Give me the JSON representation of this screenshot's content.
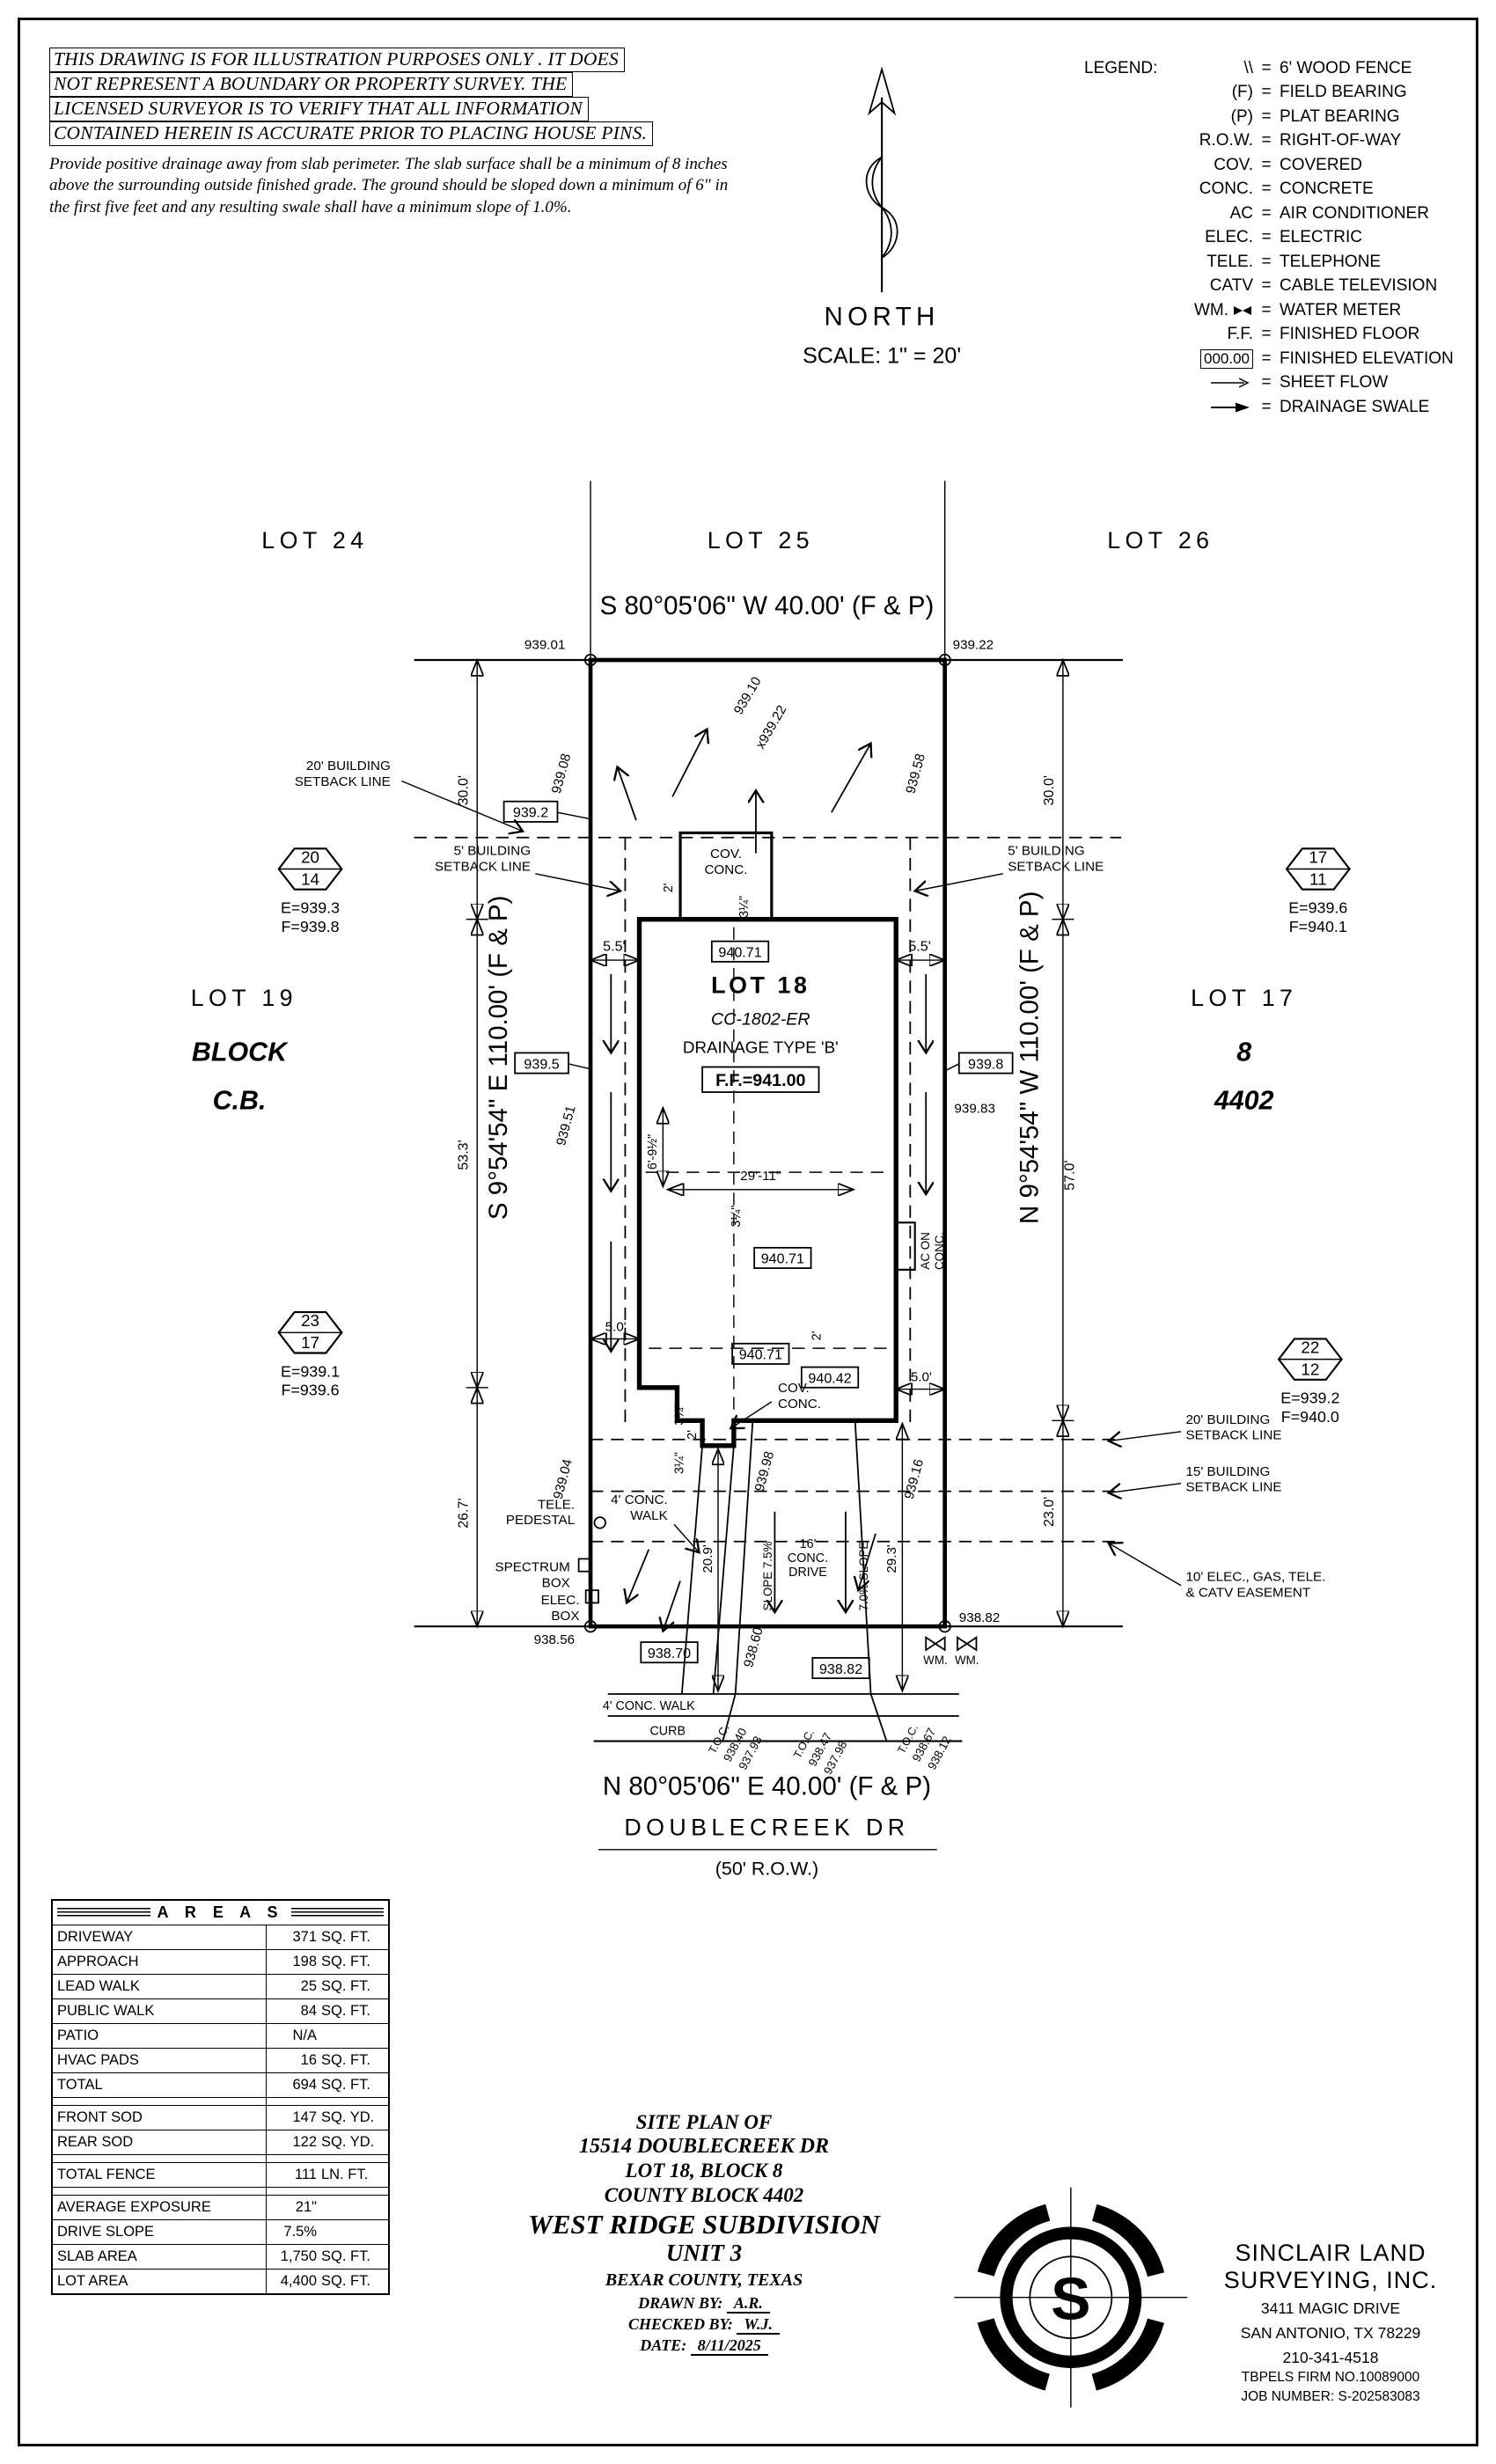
{
  "colors": {
    "orange": "#e2612b",
    "line": "#000000"
  },
  "disclaimer": {
    "boxed_lines": [
      "THIS DRAWING IS FOR ILLUSTRATION PURPOSES ONLY . IT DOES",
      "NOT REPRESENT A BOUNDARY OR PROPERTY SURVEY. THE",
      "LICENSED SURVEYOR IS TO VERIFY THAT ALL INFORMATION",
      "CONTAINED HEREIN IS ACCURATE PRIOR TO PLACING HOUSE PINS."
    ],
    "para": "Provide positive drainage away from slab perimeter. The slab surface shall be a minimum of 8 inches above the surrounding outside finished grade. The ground should be sloped down a minimum of 6\" in the first five feet and any resulting swale shall have a minimum slope of 1.0%."
  },
  "north": {
    "label": "NORTH",
    "scale": "SCALE:  1\" = 20'"
  },
  "legend": {
    "title": "LEGEND:",
    "rows": [
      {
        "key": "\\\\",
        "value": "6' WOOD FENCE"
      },
      {
        "key": "(F)",
        "value": "FIELD BEARING"
      },
      {
        "key": "(P)",
        "value": "PLAT BEARING"
      },
      {
        "key": "R.O.W.",
        "value": "RIGHT-OF-WAY"
      },
      {
        "key": "COV.",
        "value": "COVERED"
      },
      {
        "key": "CONC.",
        "value": "CONCRETE"
      },
      {
        "key": "AC",
        "value": "AIR CONDITIONER"
      },
      {
        "key": "ELEC.",
        "value": "ELECTRIC"
      },
      {
        "key": "TELE.",
        "value": "TELEPHONE"
      },
      {
        "key": "CATV",
        "value": "CABLE TELEVISION"
      },
      {
        "key": "WM.",
        "value": "WATER METER"
      },
      {
        "key": "F.F.",
        "value": "FINISHED FLOOR"
      },
      {
        "key": "000.00",
        "value": "FINISHED ELEVATION"
      },
      {
        "key": "",
        "value": "SHEET FLOW"
      },
      {
        "key": "",
        "value": "DRAINAGE SWALE"
      }
    ]
  },
  "plan": {
    "lots_top": [
      "LOT 24",
      "LOT 25",
      "LOT 26"
    ],
    "bearing_top": "S 80°05'06\" W  40.00'  (F & P)",
    "bearing_left": "S 9°54'54\" E  110.00'  (F & P)",
    "bearing_right": "N 9°54'54\" W  110.00'  (F & P)",
    "bearing_bottom": "N 80°05'06\" E  40.00'  (F & P)",
    "street": "DOUBLECREEK DR",
    "row_label": "(50' R.O.W.)",
    "adjacent": {
      "lot19": "LOT 19",
      "block": "BLOCK",
      "cb": "C.B.",
      "lot17": "LOT 17",
      "eight": "8",
      "cb4402": "4402"
    },
    "house": {
      "lot": "LOT 18",
      "plan_no": "CC-1802-ER",
      "drainage": "DRAINAGE TYPE 'B'",
      "ff": "F.F.=941.00",
      "cov": "COV.",
      "conc": "CONC.",
      "ac1": "AC ON",
      "ac2": "CONC."
    },
    "benchmarks": [
      {
        "a": "20",
        "b": "14",
        "e": "E=939.3",
        "f": "F=939.8"
      },
      {
        "a": "17",
        "b": "11",
        "e": "E=939.6",
        "f": "F=940.1"
      },
      {
        "a": "23",
        "b": "17",
        "e": "E=939.1",
        "f": "F=939.6"
      },
      {
        "a": "22",
        "b": "12",
        "e": "E=939.2",
        "f": "F=940.0"
      }
    ],
    "labels": {
      "sb20": "20' BUILDING",
      "sb5": "5' BUILDING",
      "sb15": "15' BUILDING",
      "sbline": "SETBACK LINE",
      "ease1": "10' ELEC., GAS, TELE.",
      "ease2": "& CATV EASEMENT",
      "tele": "TELE.",
      "pedestal": "PEDESTAL",
      "spectrum": "SPECTRUM",
      "box": "BOX",
      "elec": "ELEC.",
      "walk1": "4' CONC.",
      "walk2": "WALK",
      "walk_flat": "4' CONC. WALK",
      "curb": "CURB",
      "drive1": "16'",
      "drive2": "CONC.",
      "drive3": "DRIVE",
      "slope_l": "SLOPE 7.5%",
      "slope_r": "7.0% SLOPE",
      "wm": "WM.",
      "toc": "T.O.C."
    },
    "dims": {
      "d30": "30.0'",
      "d53": "53.3'",
      "d26": "26.7'",
      "d57": "57.0'",
      "d23": "23.0'",
      "d55": "5.5'",
      "d50": "5.0'",
      "d209": "20.9'",
      "d293": "29.3'",
      "w2911": "29'-11\"",
      "h69": "6'-9½\"",
      "d2": "2'",
      "d3": "3¼\""
    },
    "elev": {
      "b9392": "939.2",
      "b94071": "940.71",
      "b9395": "939.5",
      "b9398": "939.8",
      "b94042": "940.42",
      "b93870": "938.70",
      "b93882": "938.82",
      "c93901": "939.01",
      "c93922": "939.22",
      "c93856": "938.56",
      "c93882": "938.82",
      "s93910": "939.10",
      "sx93922": "x939.22",
      "s93908": "939.08",
      "s93958": "939.58",
      "s93951": "939.51",
      "s93983": "939.83",
      "s93904": "939.04",
      "s93998": "939.98",
      "s93916": "939.16",
      "s93860": "938.60"
    },
    "toc": [
      {
        "a": "938.40",
        "b": "937.93"
      },
      {
        "a": "938.47",
        "b": "937.98"
      },
      {
        "a": "938.67",
        "b": "938.12"
      }
    ]
  },
  "areas": {
    "title": "A R E A S",
    "rows": [
      {
        "label": "DRIVEWAY",
        "num": "371",
        "unit": "SQ. FT."
      },
      {
        "label": "APPROACH",
        "num": "198",
        "unit": "SQ. FT."
      },
      {
        "label": "LEAD WALK",
        "num": "25",
        "unit": "SQ. FT."
      },
      {
        "label": "PUBLIC WALK",
        "num": "84",
        "unit": "SQ. FT."
      },
      {
        "label": "PATIO",
        "num": "N/A",
        "unit": ""
      },
      {
        "label": "HVAC PADS",
        "num": "16",
        "unit": "SQ. FT."
      },
      {
        "label": "TOTAL",
        "num": "694",
        "unit": "SQ. FT."
      },
      {
        "label": "FRONT SOD",
        "num": "147",
        "unit": "SQ. YD."
      },
      {
        "label": "REAR SOD",
        "num": "122",
        "unit": "SQ. YD."
      },
      {
        "label": "TOTAL FENCE",
        "num": "111",
        "unit": "LN. FT."
      },
      {
        "label": "AVERAGE EXPOSURE",
        "num": "21\"",
        "unit": ""
      },
      {
        "label": "DRIVE SLOPE",
        "num": "7.5%",
        "unit": ""
      },
      {
        "label": "SLAB AREA",
        "num": "1,750",
        "unit": "SQ. FT."
      },
      {
        "label": "LOT AREA",
        "num": "4,400",
        "unit": "SQ. FT."
      }
    ]
  },
  "title_block": {
    "l1": "SITE PLAN OF",
    "l2": "15514 DOUBLECREEK DR",
    "l3": "LOT 18, BLOCK 8",
    "l4": "COUNTY BLOCK 4402",
    "l5": "WEST RIDGE SUBDIVISION",
    "l6": "UNIT 3",
    "l7": "BEXAR COUNTY, TEXAS",
    "drawn_label": "DRAWN BY:",
    "drawn": "A.R.",
    "checked_label": "CHECKED BY:",
    "checked": "W.J.",
    "date_label": "DATE:",
    "date": "8/11/2025"
  },
  "company": {
    "name1": "SINCLAIR LAND",
    "name2": "SURVEYING, INC.",
    "addr1": "3411 MAGIC DRIVE",
    "addr2": "SAN ANTONIO, TX 78229",
    "phone": "210-341-4518",
    "firm": "TBPELS FIRM NO.10089000",
    "job": "JOB NUMBER: S-202583083"
  }
}
